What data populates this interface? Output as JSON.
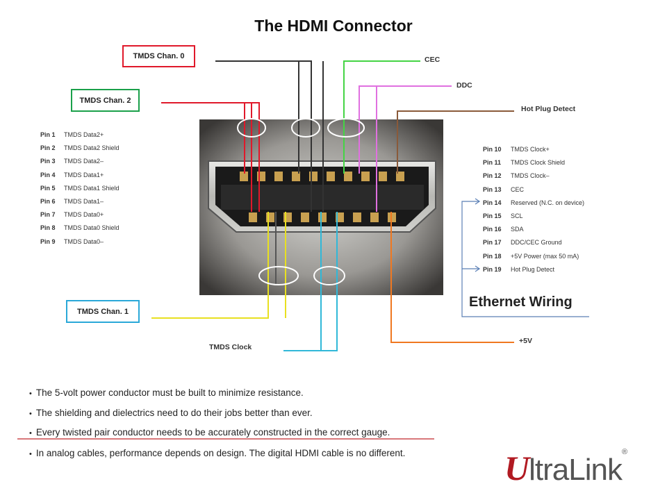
{
  "title": "The HDMI Connector",
  "labels": {
    "tmds0": "TMDS Chan. 0",
    "tmds2": "TMDS Chan. 2",
    "tmds1": "TMDS Chan. 1",
    "tmds_clock": "TMDS Clock",
    "cec": "CEC",
    "ddc": "DDC",
    "hot_plug": "Hot Plug Detect",
    "plus5v": "+5V",
    "ethernet": "Ethernet Wiring"
  },
  "pins_left": [
    {
      "pin": "Pin 1",
      "desc": "TMDS Data2+"
    },
    {
      "pin": "Pin 2",
      "desc": "TMDS Data2 Shield"
    },
    {
      "pin": "Pin 3",
      "desc": "TMDS Data2–"
    },
    {
      "pin": "Pin 4",
      "desc": "TMDS Data1+"
    },
    {
      "pin": "Pin 5",
      "desc": "TMDS Data1 Shield"
    },
    {
      "pin": "Pin 6",
      "desc": "TMDS Data1–"
    },
    {
      "pin": "Pin 7",
      "desc": "TMDS Data0+"
    },
    {
      "pin": "Pin 8",
      "desc": "TMDS Data0 Shield"
    },
    {
      "pin": "Pin 9",
      "desc": "TMDS Data0–"
    }
  ],
  "pins_right": [
    {
      "pin": "Pin 10",
      "desc": "TMDS Clock+"
    },
    {
      "pin": "Pin 11",
      "desc": "TMDS Clock Shield"
    },
    {
      "pin": "Pin 12",
      "desc": "TMDS Clock–"
    },
    {
      "pin": "Pin 13",
      "desc": "CEC"
    },
    {
      "pin": "Pin 14",
      "desc": "Reserved (N.C. on device)"
    },
    {
      "pin": "Pin 15",
      "desc": "SCL"
    },
    {
      "pin": "Pin 16",
      "desc": "SDA"
    },
    {
      "pin": "Pin 17",
      "desc": "DDC/CEC Ground"
    },
    {
      "pin": "Pin 18",
      "desc": "+5V Power (max 50 mA)"
    },
    {
      "pin": "Pin 19",
      "desc": "Hot Plug Detect"
    }
  ],
  "bullets": [
    "The 5-volt power conductor must be built to minimize resistance.",
    "The shielding and dielectrics need to do their jobs better than ever.",
    "Every twisted pair conductor needs to be accurately constructed in the correct gauge.",
    "In analog cables, performance depends on design. The digital HDMI cable is no different."
  ],
  "logo": {
    "first": "U",
    "rest": "ltraLink",
    "mark": "®"
  },
  "colors": {
    "tmds0": "#e0182a",
    "tmds2": "#1aa04a",
    "tmds1": "#2aa8d8",
    "cec": "#44d444",
    "ddc": "#e070e0",
    "hot_plug": "#8a5a3a",
    "plus5v": "#f07820",
    "clock": "#30b8d8",
    "ethernet": "#5a7fb5",
    "tmds_wires": "#333333",
    "accent_rule": "#c0282a"
  }
}
